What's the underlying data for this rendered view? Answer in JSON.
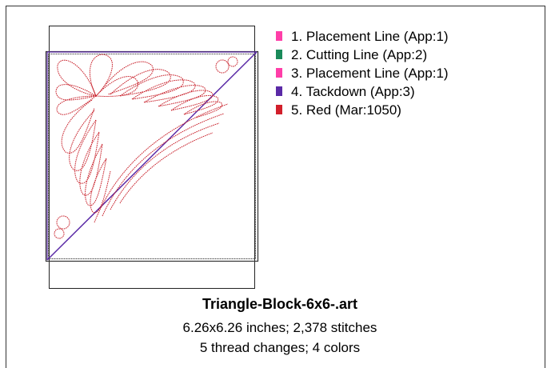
{
  "preview": {
    "design_name": "Triangle-Block-6x6-.art",
    "dimensions_text": "6.26x6.26 inches; 2,378 stitches",
    "changes_text": "5 thread changes; 4 colors"
  },
  "threads": [
    {
      "label": "1.  Placement Line (App:1)",
      "color": "#ff3ea8"
    },
    {
      "label": "2.  Cutting Line (App:2)",
      "color": "#1a8a5a"
    },
    {
      "label": "3.  Placement Line (App:1)",
      "color": "#ff3ea8"
    },
    {
      "label": "4.  Tackdown (App:3)",
      "color": "#5a2aa6"
    },
    {
      "label": "5.  Red (Mar:1050)",
      "color": "#d21f2b"
    }
  ]
}
